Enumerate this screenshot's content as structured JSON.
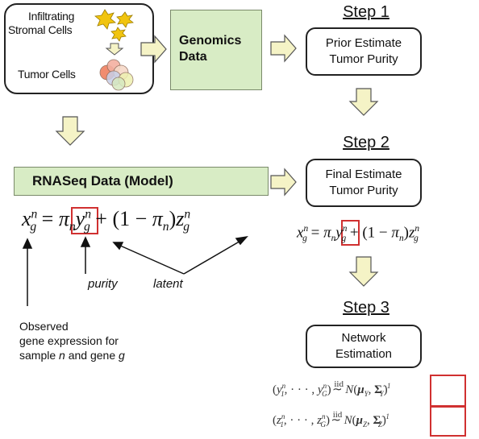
{
  "tissue": {
    "stromal_label": "Infiltrating\nStromal Cells",
    "tumor_label": "Tumor Cells"
  },
  "genomics": {
    "line1": "Genomics",
    "line2": "Data"
  },
  "rnaseq": {
    "label": "RNASeq Data (Model)"
  },
  "steps": [
    {
      "title": "Step 1",
      "box_line1": "Prior Estimate",
      "box_line2": "Tumor Purity"
    },
    {
      "title": "Step 2",
      "box_line1": "Final Estimate",
      "box_line2": "Tumor Purity"
    },
    {
      "title": "Step 3",
      "box_line1": "Network",
      "box_line2": "Estimation"
    }
  ],
  "model": {
    "purity_label": "purity",
    "latent_label": "latent",
    "observed_line1": "Observed",
    "observed_line2": "gene expression for",
    "observed_line3_pre": "sample ",
    "observed_n": "n",
    "observed_mid": " and gene ",
    "observed_g": "g"
  },
  "colors": {
    "green_fill": "#d8ecc5",
    "arrow_fill": "#f5f3c6",
    "highlight": "#d03030"
  }
}
